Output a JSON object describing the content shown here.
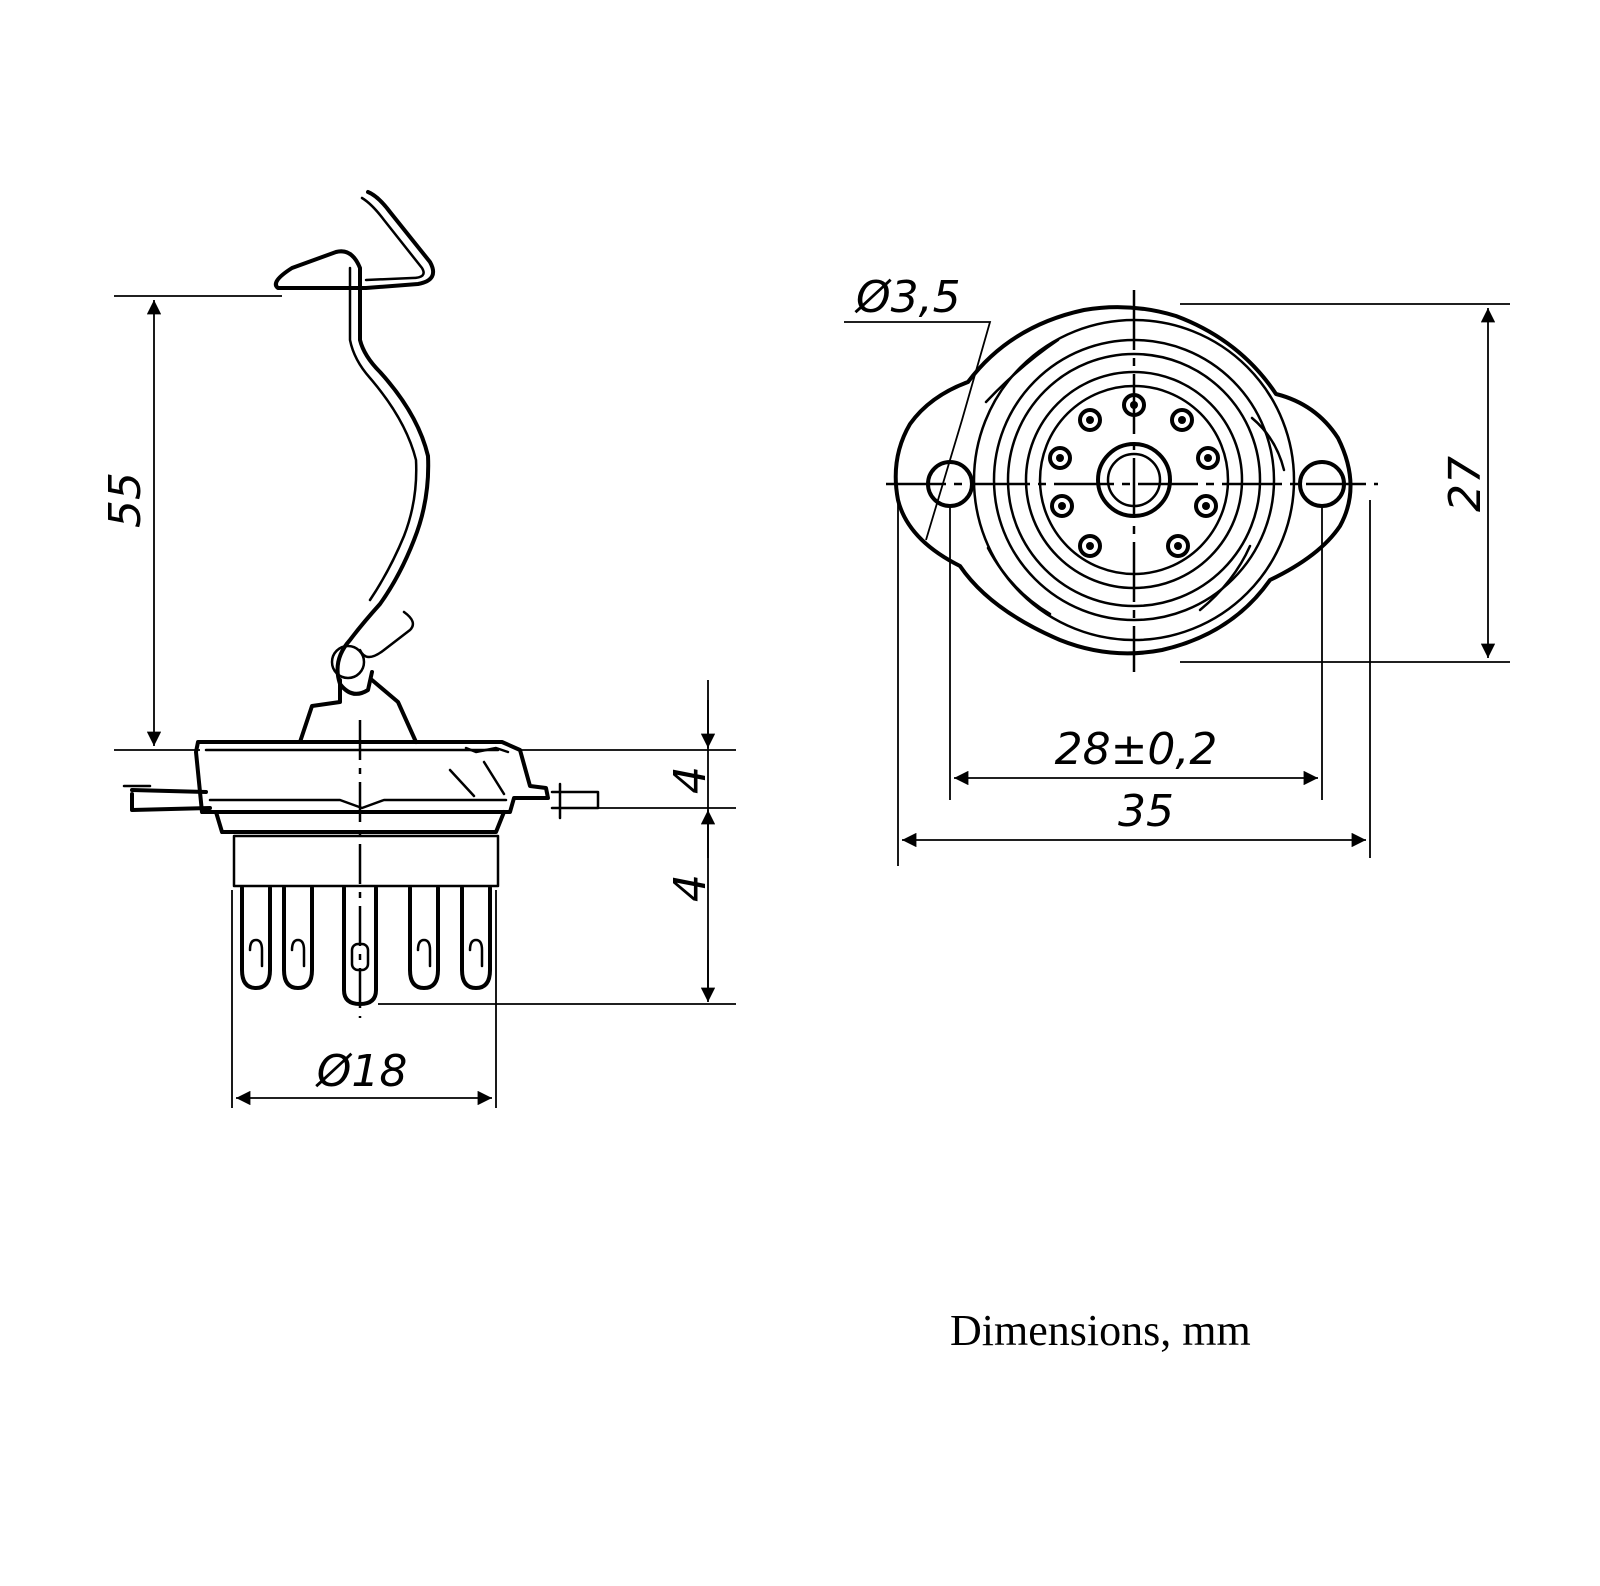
{
  "side_view": {
    "dim_height_label": "55",
    "dim_flange_label": "4",
    "dim_body_label": "4",
    "dim_diameter_label": "Ø18"
  },
  "top_view": {
    "dim_hole_label": "Ø3,5",
    "dim_height_label": "27",
    "dim_hole_spacing_label": "28±0,2",
    "dim_width_label": "35"
  },
  "caption": "Dimensions, mm"
}
